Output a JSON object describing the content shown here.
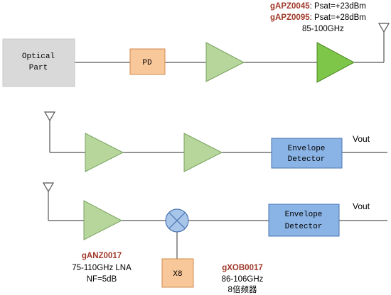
{
  "colors": {
    "wire": "#555555",
    "optical_fill": "#d9d9d9",
    "pd_fill": "#f9c89a",
    "pd_stroke": "#d08a4e",
    "amp_fill": "#b6d69c",
    "amp_stroke": "#7aa361",
    "amp_highlight_fill": "#7ec64a",
    "amp_highlight_stroke": "#4f8a25",
    "detector_fill": "#8bb4e6",
    "detector_stroke": "#4a74b0",
    "mixer_fill": "#a8c5ea",
    "mixer_stroke": "#4a74b0",
    "part_number": "#a0392a"
  },
  "transmitter": {
    "optical_part_line1": "Optical",
    "optical_part_line2": "Part",
    "pd_label": "PD",
    "pa_part_1": "gAPZ0045",
    "pa_spec_1": ":  Psat=+23dBm",
    "pa_part_2": "gAPZ0095",
    "pa_spec_2": ":  Psat=+28dBm",
    "pa_freq": "85-100GHz"
  },
  "receiver_1": {
    "detector_line1": "Envelope",
    "detector_line2": "Detector",
    "output_label": "Vout"
  },
  "receiver_2": {
    "detector_line1": "Envelope",
    "detector_line2": "Detector",
    "output_label": "Vout",
    "multiplier_label": "X8",
    "lna_part": "gANZ0017",
    "lna_freq": "75-110GHz LNA",
    "lna_nf": "NF=5dB",
    "xob_part": "gXOB0017",
    "xob_freq": "86-106GHz",
    "xob_desc": "8倍频器"
  }
}
